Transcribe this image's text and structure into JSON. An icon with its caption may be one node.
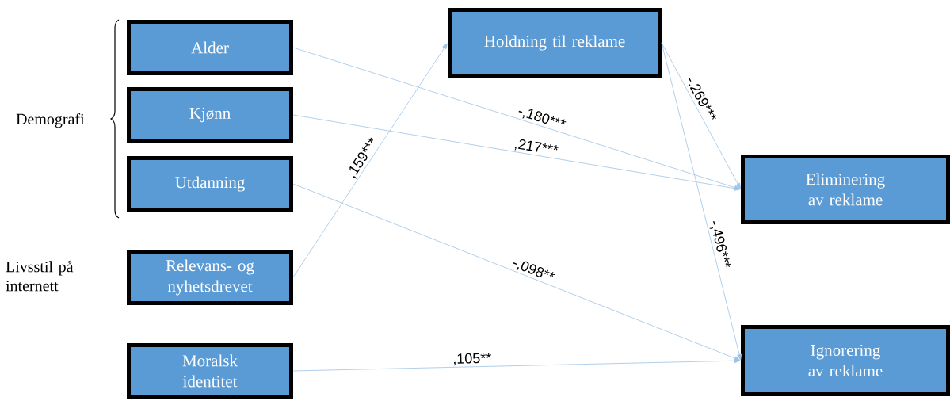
{
  "diagram": {
    "nodes": [
      {
        "text": [
          "Alder"
        ]
      },
      {
        "text": [
          "Kjønn"
        ]
      },
      {
        "text": [
          "Utdanning"
        ]
      },
      {
        "text": [
          "Relevans- og nyhetsdrevet"
        ]
      },
      {
        "text": [
          "Moralsk identitet"
        ]
      },
      {
        "text": [
          "Holdning til reklame"
        ]
      },
      {
        "text": [
          "Eliminering av reklame"
        ]
      },
      {
        "text": [
          "Ignorering av reklame"
        ]
      }
    ],
    "edges": [
      {
        "from": 0,
        "to": 6,
        "arrow": "to",
        "label": "-,180***"
      },
      {
        "from": 1,
        "to": 6,
        "arrow": "to",
        "label": ",217***"
      },
      {
        "from": 3,
        "to": 5,
        "arrow": "to",
        "label": ",159***"
      },
      {
        "from": 5,
        "to": 6,
        "arrow": "to",
        "label": "-,269***"
      },
      {
        "from": 5,
        "to": 7,
        "arrow": "to",
        "label": "-,496***"
      },
      {
        "from": 2,
        "to": 7,
        "arrow": "to",
        "label": "-,098**"
      },
      {
        "from": 4,
        "to": 7,
        "arrow": "to",
        "label": ",105**"
      }
    ],
    "labels": [
      "Demografi",
      "Livsstil på internett"
    ]
  }
}
